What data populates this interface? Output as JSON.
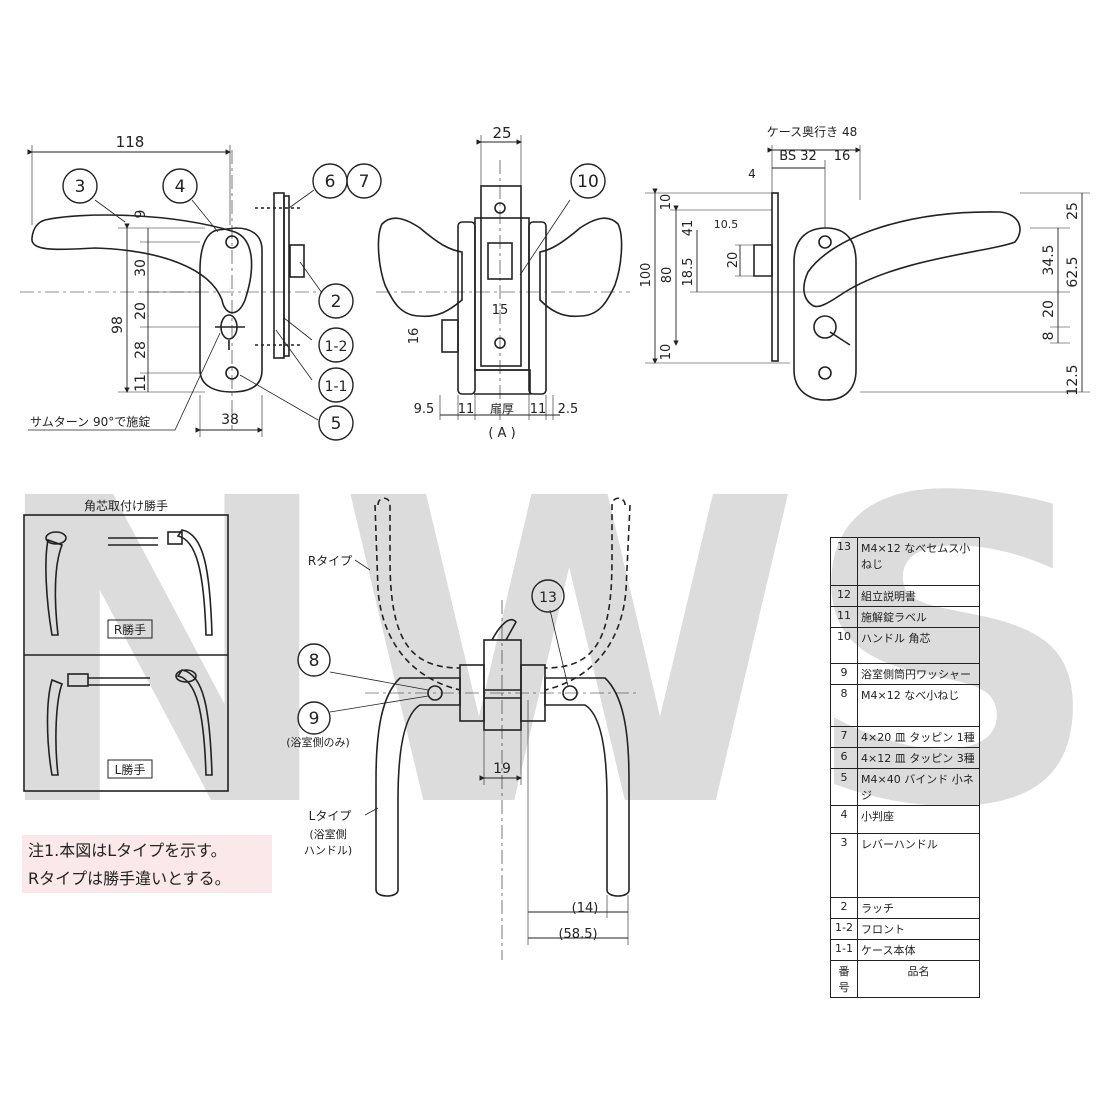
{
  "watermark": "NWS",
  "front_view": {
    "dims": {
      "width": "118",
      "v9": "9",
      "v30": "30",
      "v98": "98",
      "v20": "20",
      "v28": "28",
      "v11": "11",
      "h38": "38"
    },
    "balloons": {
      "b3": "3",
      "b4": "4",
      "b6": "6",
      "b7": "7",
      "b2": "2",
      "b12": "1-2",
      "b11": "1-1",
      "b5": "5"
    },
    "thumbturn_note": "サムターン 90°で施錠"
  },
  "section_view": {
    "dims": {
      "top": "25",
      "d15": "15",
      "d16": "16",
      "b95": "9.5",
      "b11a": "11",
      "door": "扉厚",
      "b11b": "11",
      "b25": "2.5",
      "label": "( A )"
    },
    "balloons": {
      "b10": "10"
    }
  },
  "side_view": {
    "dims": {
      "case_depth": "ケース奥行き 48",
      "bs": "BS 32",
      "d16": "16",
      "d4": "4",
      "d10a": "10",
      "d41": "41",
      "d105": "10.5",
      "d20": "20",
      "d185": "18.5",
      "d100": "100",
      "d80": "80",
      "d10b": "10",
      "r25": "25",
      "r345": "34.5",
      "r625": "62.5",
      "r20": "20",
      "r8": "8",
      "r125": "12.5"
    }
  },
  "handing": {
    "title": "角芯取付け勝手",
    "r_label": "R勝手",
    "l_label": "L勝手"
  },
  "top_view": {
    "r_type": "Rタイプ",
    "l_type": "Lタイプ",
    "l_note1": "(浴室側",
    "l_note2": "ハンドル)",
    "bath_only": "(浴室側のみ)",
    "d19": "19",
    "d14": "(14)",
    "d585": "(58.5)",
    "balloons": {
      "b8": "8",
      "b9": "9",
      "b13": "13"
    }
  },
  "note": {
    "line1": "注1.本図はLタイプを示す。",
    "line2": "Rタイプは勝手違いとする。"
  },
  "parts_table": {
    "rows": [
      {
        "no": "13",
        "name": "M4×12 なべセムス小ねじ"
      },
      {
        "no": "12",
        "name": "組立説明書"
      },
      {
        "no": "11",
        "name": "施解錠ラベル"
      },
      {
        "no": "10",
        "name": "ハンドル 角芯"
      },
      {
        "no": "9",
        "name": "浴室側筒円ワッシャー"
      },
      {
        "no": "8",
        "name": "M4×12 なべ小ねじ"
      },
      {
        "no": "7",
        "name": "4×20 皿 タッピン 1種"
      },
      {
        "no": "6",
        "name": "4×12 皿 タッピン 3種"
      },
      {
        "no": "5",
        "name": "M4×40 バインド 小ネジ"
      },
      {
        "no": "4",
        "name": "小判座"
      },
      {
        "no": "3",
        "name": "レバーハンドル"
      },
      {
        "no": "2",
        "name": "ラッチ"
      },
      {
        "no": "1-2",
        "name": "フロント"
      },
      {
        "no": "1-1",
        "name": "ケース本体"
      }
    ],
    "header": {
      "no": "番号",
      "name": "品名"
    }
  }
}
